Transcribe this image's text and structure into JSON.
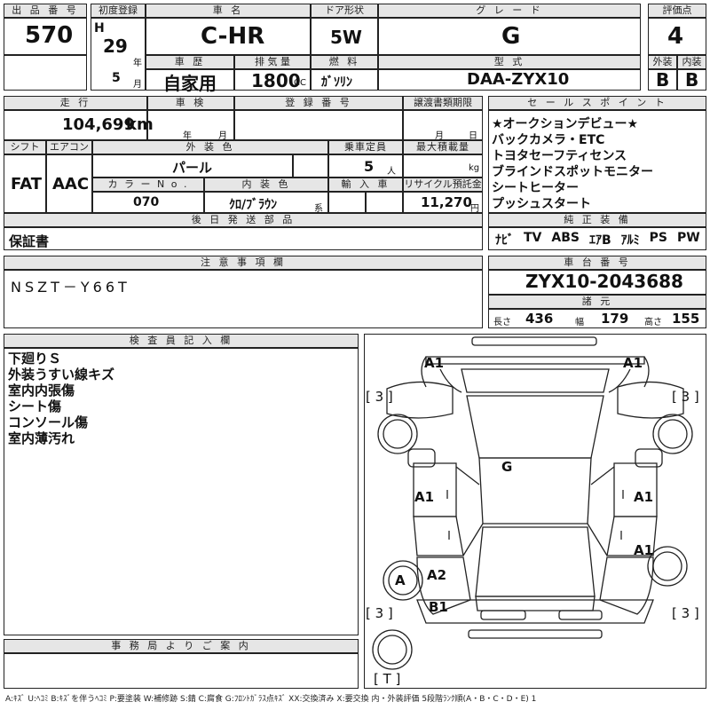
{
  "headers": {
    "lot_no": "出 品 番 号",
    "first_reg": "初度登録",
    "car_name": "車 名",
    "door": "ドア形状",
    "grade": "グ レ ー ド",
    "score": "評価点",
    "history": "車 歴",
    "displacement": "排 気 量",
    "fuel": "燃 料",
    "model": "型 式",
    "exterior": "外装",
    "interior": "内装",
    "mileage": "走 行",
    "inspection": "車 検",
    "reg_no": "登 録 番 号",
    "transfer": "譲渡書類期限",
    "sales_point": "セ ー ル ス ポ イ ン ト",
    "shift": "シフト",
    "aircon": "エアコン",
    "ext_color": "外 装 色",
    "capacity": "乗車定員",
    "max_load": "最大積載量",
    "color_no": "カ ラ ー N o .",
    "int_color": "内 装 色",
    "import": "輸 入 車",
    "recycle": "リサイクル預託金",
    "later_parts": "後 日 発 送 部 品",
    "equipment": "純 正 装 備",
    "notice": "注 意 事 項 欄",
    "chassis": "車 台 番 号",
    "dimensions": "諸 元",
    "inspector": "検 査 員 記 入 欄",
    "office": "事 務 局 よ り ご 案 内"
  },
  "vehicle": {
    "lot_no": "570",
    "era": "H",
    "year": "29",
    "year_unit": "年",
    "month": "5",
    "month_unit": "月",
    "name": "C-HR",
    "door": "5W",
    "grade": "G",
    "score": "4",
    "history": "自家用",
    "displacement": "1800",
    "cc": "CC",
    "fuel": "ｶﾞｿﾘﾝ",
    "model": "DAA-ZYX10",
    "exterior_score": "B",
    "interior_score": "B",
    "mileage": "104,699",
    "mileage_unit": "km",
    "insp_year_unit": "年",
    "insp_month_unit": "月",
    "transfer_month_unit": "月",
    "transfer_day_unit": "日",
    "shift": "FAT",
    "aircon": "AAC",
    "ext_color": "パール",
    "capacity": "5",
    "capacity_unit": "人",
    "load_unit": "kg",
    "color_no": "070",
    "int_color": "ｸﾛ/ﾌﾞﾗｳﾝ",
    "int_color_suffix": "系",
    "recycle": "11,270",
    "recycle_unit": "円",
    "later_parts": "保証書",
    "notice": "NSZT－Y66T",
    "chassis": "ZYX10-2043688",
    "length_label": "長さ",
    "length": "436",
    "width_label": "幅",
    "width": "179",
    "height_label": "高さ",
    "height": "155"
  },
  "sales_points": [
    "★オークションデビュー★",
    "バックカメラ・ETC",
    "トヨタセーフティセンス",
    "ブラインドスポットモニター",
    "シートヒーター",
    "プッシュスタート"
  ],
  "equipment": [
    "ﾅﾋﾞ",
    "TV",
    "ABS",
    "ｴｱB",
    "ｱﾙﾐ",
    "PS",
    "PW"
  ],
  "inspector_notes": [
    "下廻りＳ",
    "外装うすい線キズ",
    "室内内張傷",
    "シート傷",
    "コンソール傷",
    "室内薄汚れ"
  ],
  "diagram_marks": {
    "front_left": "A1",
    "front_right": "A1",
    "bracket_left_top": "[ 3 ]",
    "bracket_right_top": "[ 3 ]",
    "roof": "G",
    "door_left_front": "A1",
    "door_right_front": "A1",
    "door_right_rear": "A1",
    "wheel_left_rear": "A",
    "quarter_left": "A2",
    "bumper_rear_left": "B1",
    "bracket_left_bottom": "[ 3 ]",
    "bracket_right_bottom": "[ 3 ]",
    "spare": "[ T ]"
  },
  "legend": "A:ｷｽﾞ U:ﾍｺﾐ B:ｷｽﾞを伴うﾍｺﾐ P:要塗装 W:補修跡 S:錆 C:腐食 G:ﾌﾛﾝﾄｶﾞﾗｽ点ｷｽﾞ XX:交換済み X:要交換 内・外装評価 5段階ﾗﾝｸ順(A・B・C・D・E) 1"
}
